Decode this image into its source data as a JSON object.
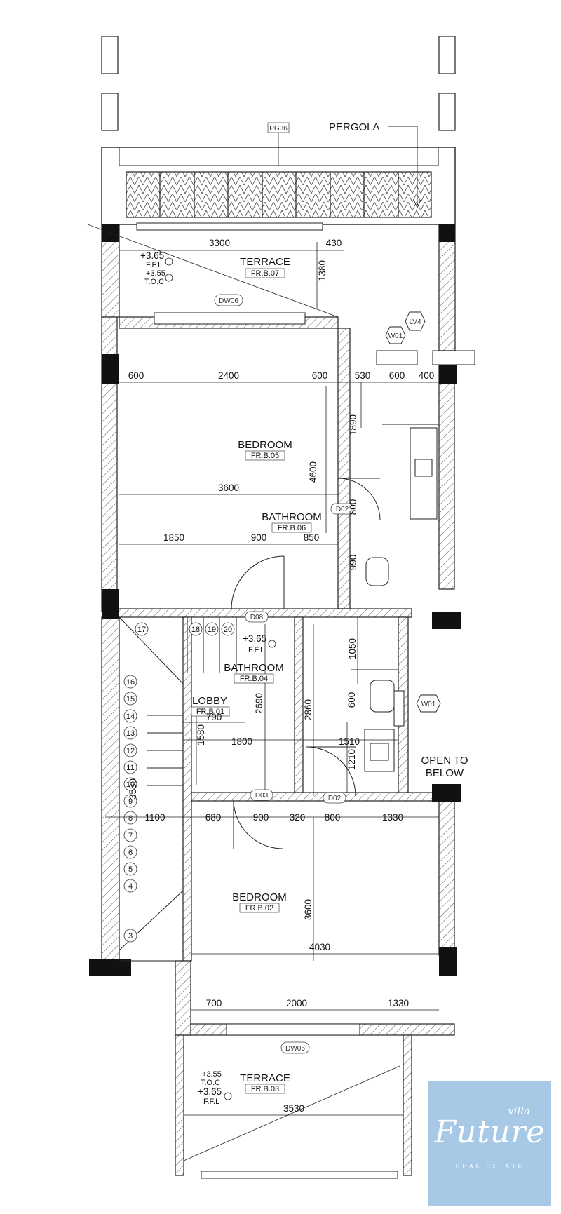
{
  "callouts": {
    "pergola": "PERGOLA",
    "open_to_below_1": "OPEN TO",
    "open_to_below_2": "BELOW"
  },
  "rooms": [
    {
      "name": "TERRACE",
      "code": "FR.B.07"
    },
    {
      "name": "BEDROOM",
      "code": "FR.B.05"
    },
    {
      "name": "BATHROOM",
      "code": "FR.B.06"
    },
    {
      "name": "BATHROOM",
      "code": "FR.B.04"
    },
    {
      "name": "LOBBY",
      "code": "FR.B.01"
    },
    {
      "name": "BEDROOM",
      "code": "FR.B.02"
    },
    {
      "name": "TERRACE",
      "code": "FR.B.03"
    }
  ],
  "tags": {
    "pg36": "PG36",
    "dw06": "DW06",
    "dw05": "DW05",
    "d08": "D08",
    "d03": "D03",
    "d02a": "D02",
    "d02b": "D02",
    "lv4": "LV4",
    "w01a": "W01",
    "w01b": "W01"
  },
  "levels": {
    "top_ffl": "+3.65",
    "top_ffl_label": "F.F.L",
    "top_toc": "+3.55",
    "top_toc_label": "T.O.C",
    "mid_ffl": "+3.65",
    "mid_ffl_label": "F.F.L",
    "bot_toc": "+3.55",
    "bot_toc_label": "T.O.C",
    "bot_ffl": "+3.65",
    "bot_ffl_label": "F.F.L"
  },
  "dims": {
    "d3300": "3300",
    "d430": "430",
    "d1380": "1380",
    "d600a": "600",
    "d2400": "2400",
    "d600b": "600",
    "d530": "530",
    "d600c": "600",
    "d400": "400",
    "d1890": "1890",
    "d4600": "4600",
    "d3600a": "3600",
    "d800v": "800",
    "d1850": "1850",
    "d900a": "900",
    "d850": "850",
    "d990": "990",
    "d1050": "1050",
    "d2690": "2690",
    "d2860": "2860",
    "d600v": "600",
    "d790": "790",
    "d1580": "1580",
    "d1800": "1800",
    "d1510": "1510",
    "d1210": "1210",
    "d3580": "3580",
    "d1100": "1100",
    "d680": "680",
    "d900b": "900",
    "d320": "320",
    "d800h": "800",
    "d1330a": "1330",
    "d3600b": "3600",
    "d4030": "4030",
    "d700": "700",
    "d2000": "2000",
    "d1330b": "1330",
    "d3530": "3530"
  },
  "stair_steps": [
    "3",
    "4",
    "5",
    "6",
    "7",
    "8",
    "9",
    "10",
    "11",
    "12",
    "13",
    "14",
    "15",
    "16",
    "17",
    "18",
    "19",
    "20"
  ],
  "brand": {
    "main": "Future",
    "superscript": "villa",
    "sub": "REAL ESTATE",
    "bg": "#a8c9e6"
  }
}
